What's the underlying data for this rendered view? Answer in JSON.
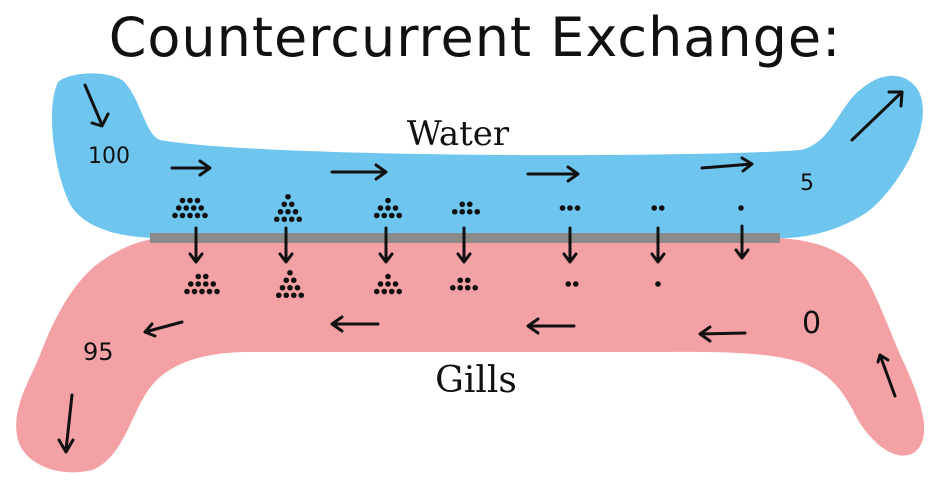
{
  "title": "Countercurrent Exchange:",
  "water": {
    "label": "Water",
    "value_in": "100",
    "value_out": "5",
    "color": "#6ec6ee"
  },
  "gills": {
    "label": "Gills",
    "value_in": "0",
    "value_out": "95",
    "color": "#f4a1a6"
  },
  "membrane_color": "#8a8a8a",
  "water_dot_counts": [
    12,
    10,
    8,
    6,
    3,
    2,
    1
  ],
  "gill_dot_counts": [
    11,
    10,
    8,
    6,
    2,
    1
  ]
}
